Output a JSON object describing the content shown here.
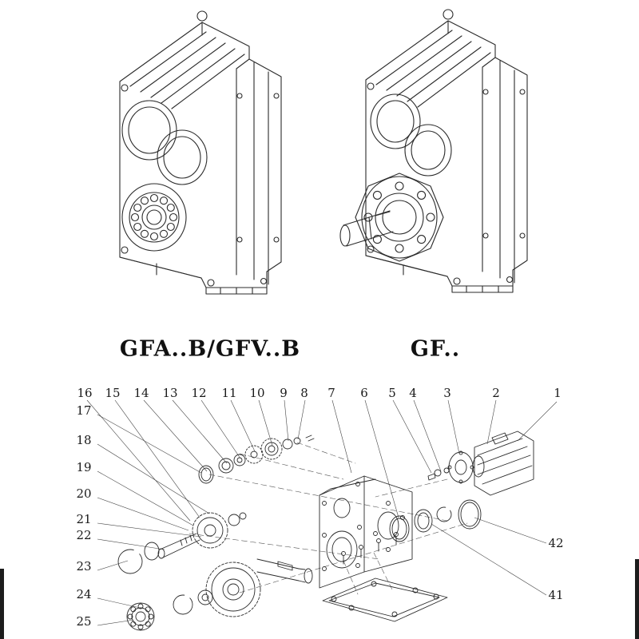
{
  "models": {
    "left_label": "GFA..B/GFV..B",
    "right_label": "GF.."
  },
  "callouts": {
    "top": [
      "16",
      "15",
      "14",
      "13",
      "12",
      "11",
      "10",
      "9",
      "8",
      "7",
      "6",
      "5",
      "4",
      "3",
      "2",
      "1"
    ],
    "left": [
      "17",
      "18",
      "19",
      "20",
      "21",
      "22",
      "23",
      "24",
      "25"
    ],
    "right": [
      "42",
      "41"
    ]
  },
  "colors": {
    "line": "#2b2b2b",
    "leader": "#444444",
    "text": "#111111"
  }
}
